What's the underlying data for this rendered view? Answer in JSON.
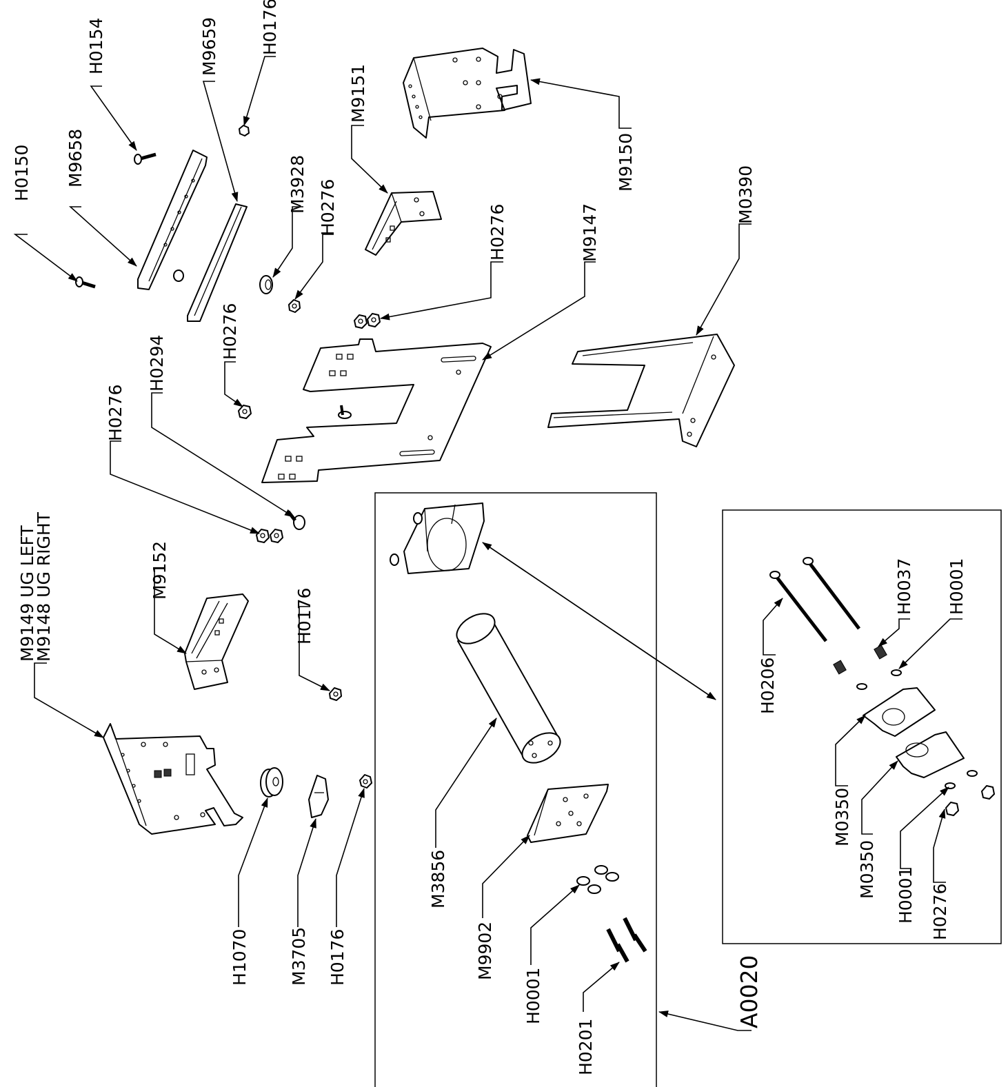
{
  "callouts": [
    {
      "id": "h0150",
      "text": "H0150"
    },
    {
      "id": "m9658",
      "text": "M9658"
    },
    {
      "id": "h0154",
      "text": "H0154"
    },
    {
      "id": "m9659",
      "text": "M9659"
    },
    {
      "id": "h0176a",
      "text": "H0176"
    },
    {
      "id": "m3928",
      "text": "M3928"
    },
    {
      "id": "h0276a",
      "text": "H0276"
    },
    {
      "id": "m9151",
      "text": "M9151"
    },
    {
      "id": "m9150",
      "text": "M9150"
    },
    {
      "id": "h0276b",
      "text": "H0276"
    },
    {
      "id": "m9147",
      "text": "M9147"
    },
    {
      "id": "m0390",
      "text": "M0390"
    },
    {
      "id": "h0276c",
      "text": "H0276"
    },
    {
      "id": "h0294",
      "text": "H0294"
    },
    {
      "id": "h0276d",
      "text": "H0276"
    },
    {
      "id": "m9149",
      "text": "M9149 UG LEFT"
    },
    {
      "id": "m9148",
      "text": "M9148 UG RIGHT"
    },
    {
      "id": "m9152",
      "text": "M9152"
    },
    {
      "id": "h0176b",
      "text": "H0176"
    },
    {
      "id": "h1070",
      "text": "H1070"
    },
    {
      "id": "m3705",
      "text": "M3705"
    },
    {
      "id": "h0176c",
      "text": "H0176"
    },
    {
      "id": "m3856",
      "text": "M3856"
    },
    {
      "id": "m9902",
      "text": "M9902"
    },
    {
      "id": "h0001a",
      "text": "H0001"
    },
    {
      "id": "h0201",
      "text": "H0201"
    },
    {
      "id": "a0020",
      "text": "A0020"
    },
    {
      "id": "h0206",
      "text": "H0206"
    },
    {
      "id": "h0037",
      "text": "H0037"
    },
    {
      "id": "h0001b",
      "text": "H0001"
    },
    {
      "id": "m0350a",
      "text": "M0350"
    },
    {
      "id": "m0350b",
      "text": "M0350"
    },
    {
      "id": "h0001c",
      "text": "H0001"
    },
    {
      "id": "h0276e",
      "text": "H0276"
    }
  ]
}
